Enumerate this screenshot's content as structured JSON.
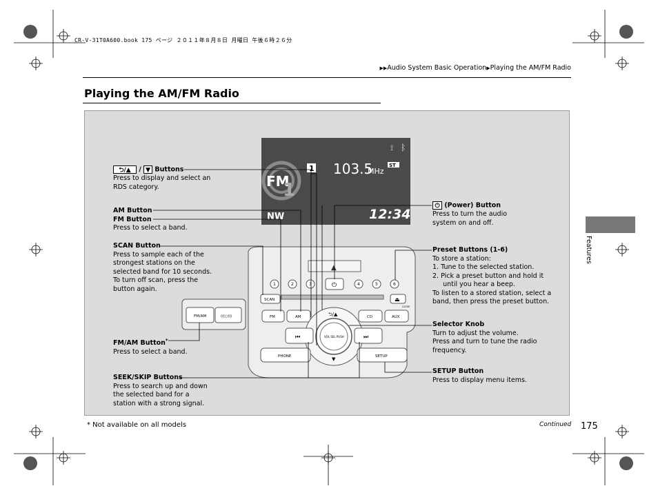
{
  "header": {
    "book_ref": "CR-V-31T0A600.book  175 ページ  ２０１１年８月８日  月曜日  午後６時２６分",
    "breadcrumb_marker": "▶▶",
    "breadcrumb_parent": "Audio System Basic Operation",
    "breadcrumb_sep": "▶",
    "breadcrumb_current": "Playing the AM/FM Radio"
  },
  "page": {
    "title": "Playing the AM/FM Radio",
    "side_tab": "Features",
    "footnote": "* Not available on all models",
    "continued": "Continued",
    "page_number": "175"
  },
  "display": {
    "preset": "1",
    "frequency": "103.5",
    "unit": "MHz",
    "stereo": "ST",
    "band": "FM",
    "band_number": "1",
    "clock": "12:34",
    "compass": "NW"
  },
  "unit_labels": {
    "presets": [
      "1",
      "2",
      "3",
      "4",
      "5",
      "6"
    ],
    "scan": "SCAN",
    "fm": "FM",
    "am": "AM",
    "cd": "CD",
    "aux": "AUX",
    "phone": "PHONE",
    "setup": "SETUP",
    "fm_am": "FM/AM",
    "knob": "VOL SEL PUSH",
    "close": "CLOSE"
  },
  "callouts": {
    "rds": {
      "sep": "/",
      "title": "Buttons",
      "body": [
        "Press to display and select an",
        "RDS category."
      ]
    },
    "am_fm": {
      "title1": "AM Button",
      "title2": "FM Button",
      "body": [
        "Press to select a band."
      ]
    },
    "scan": {
      "title": "SCAN Button",
      "body": [
        "Press to sample each of the",
        "strongest stations on the",
        "selected band for 10 seconds.",
        "To turn off scan, press the",
        "button again."
      ]
    },
    "fmam": {
      "title": "FM/AM Button",
      "sup": "*",
      "body": [
        "Press to select a band."
      ]
    },
    "seek": {
      "title": "SEEK/SKIP Buttons",
      "body": [
        "Press to search up and down",
        "the selected band for a",
        "station with a strong signal."
      ]
    },
    "power": {
      "title": "(Power) Button",
      "body": [
        "Press to turn the audio",
        "system on and off."
      ]
    },
    "preset": {
      "title": "Preset Buttons (1-6)",
      "body": [
        "To store a station:",
        "1.  Tune to the selected station.",
        "2.  Pick a preset button and hold it",
        "     until you hear a beep.",
        "To listen to a stored station, select a",
        "band, then press the preset button."
      ]
    },
    "selector": {
      "title": "Selector Knob",
      "body": [
        "Turn to adjust the volume.",
        "Press and turn to tune the radio",
        "frequency."
      ]
    },
    "setup": {
      "title": "SETUP Button",
      "body": [
        "Press to display menu items."
      ]
    }
  }
}
